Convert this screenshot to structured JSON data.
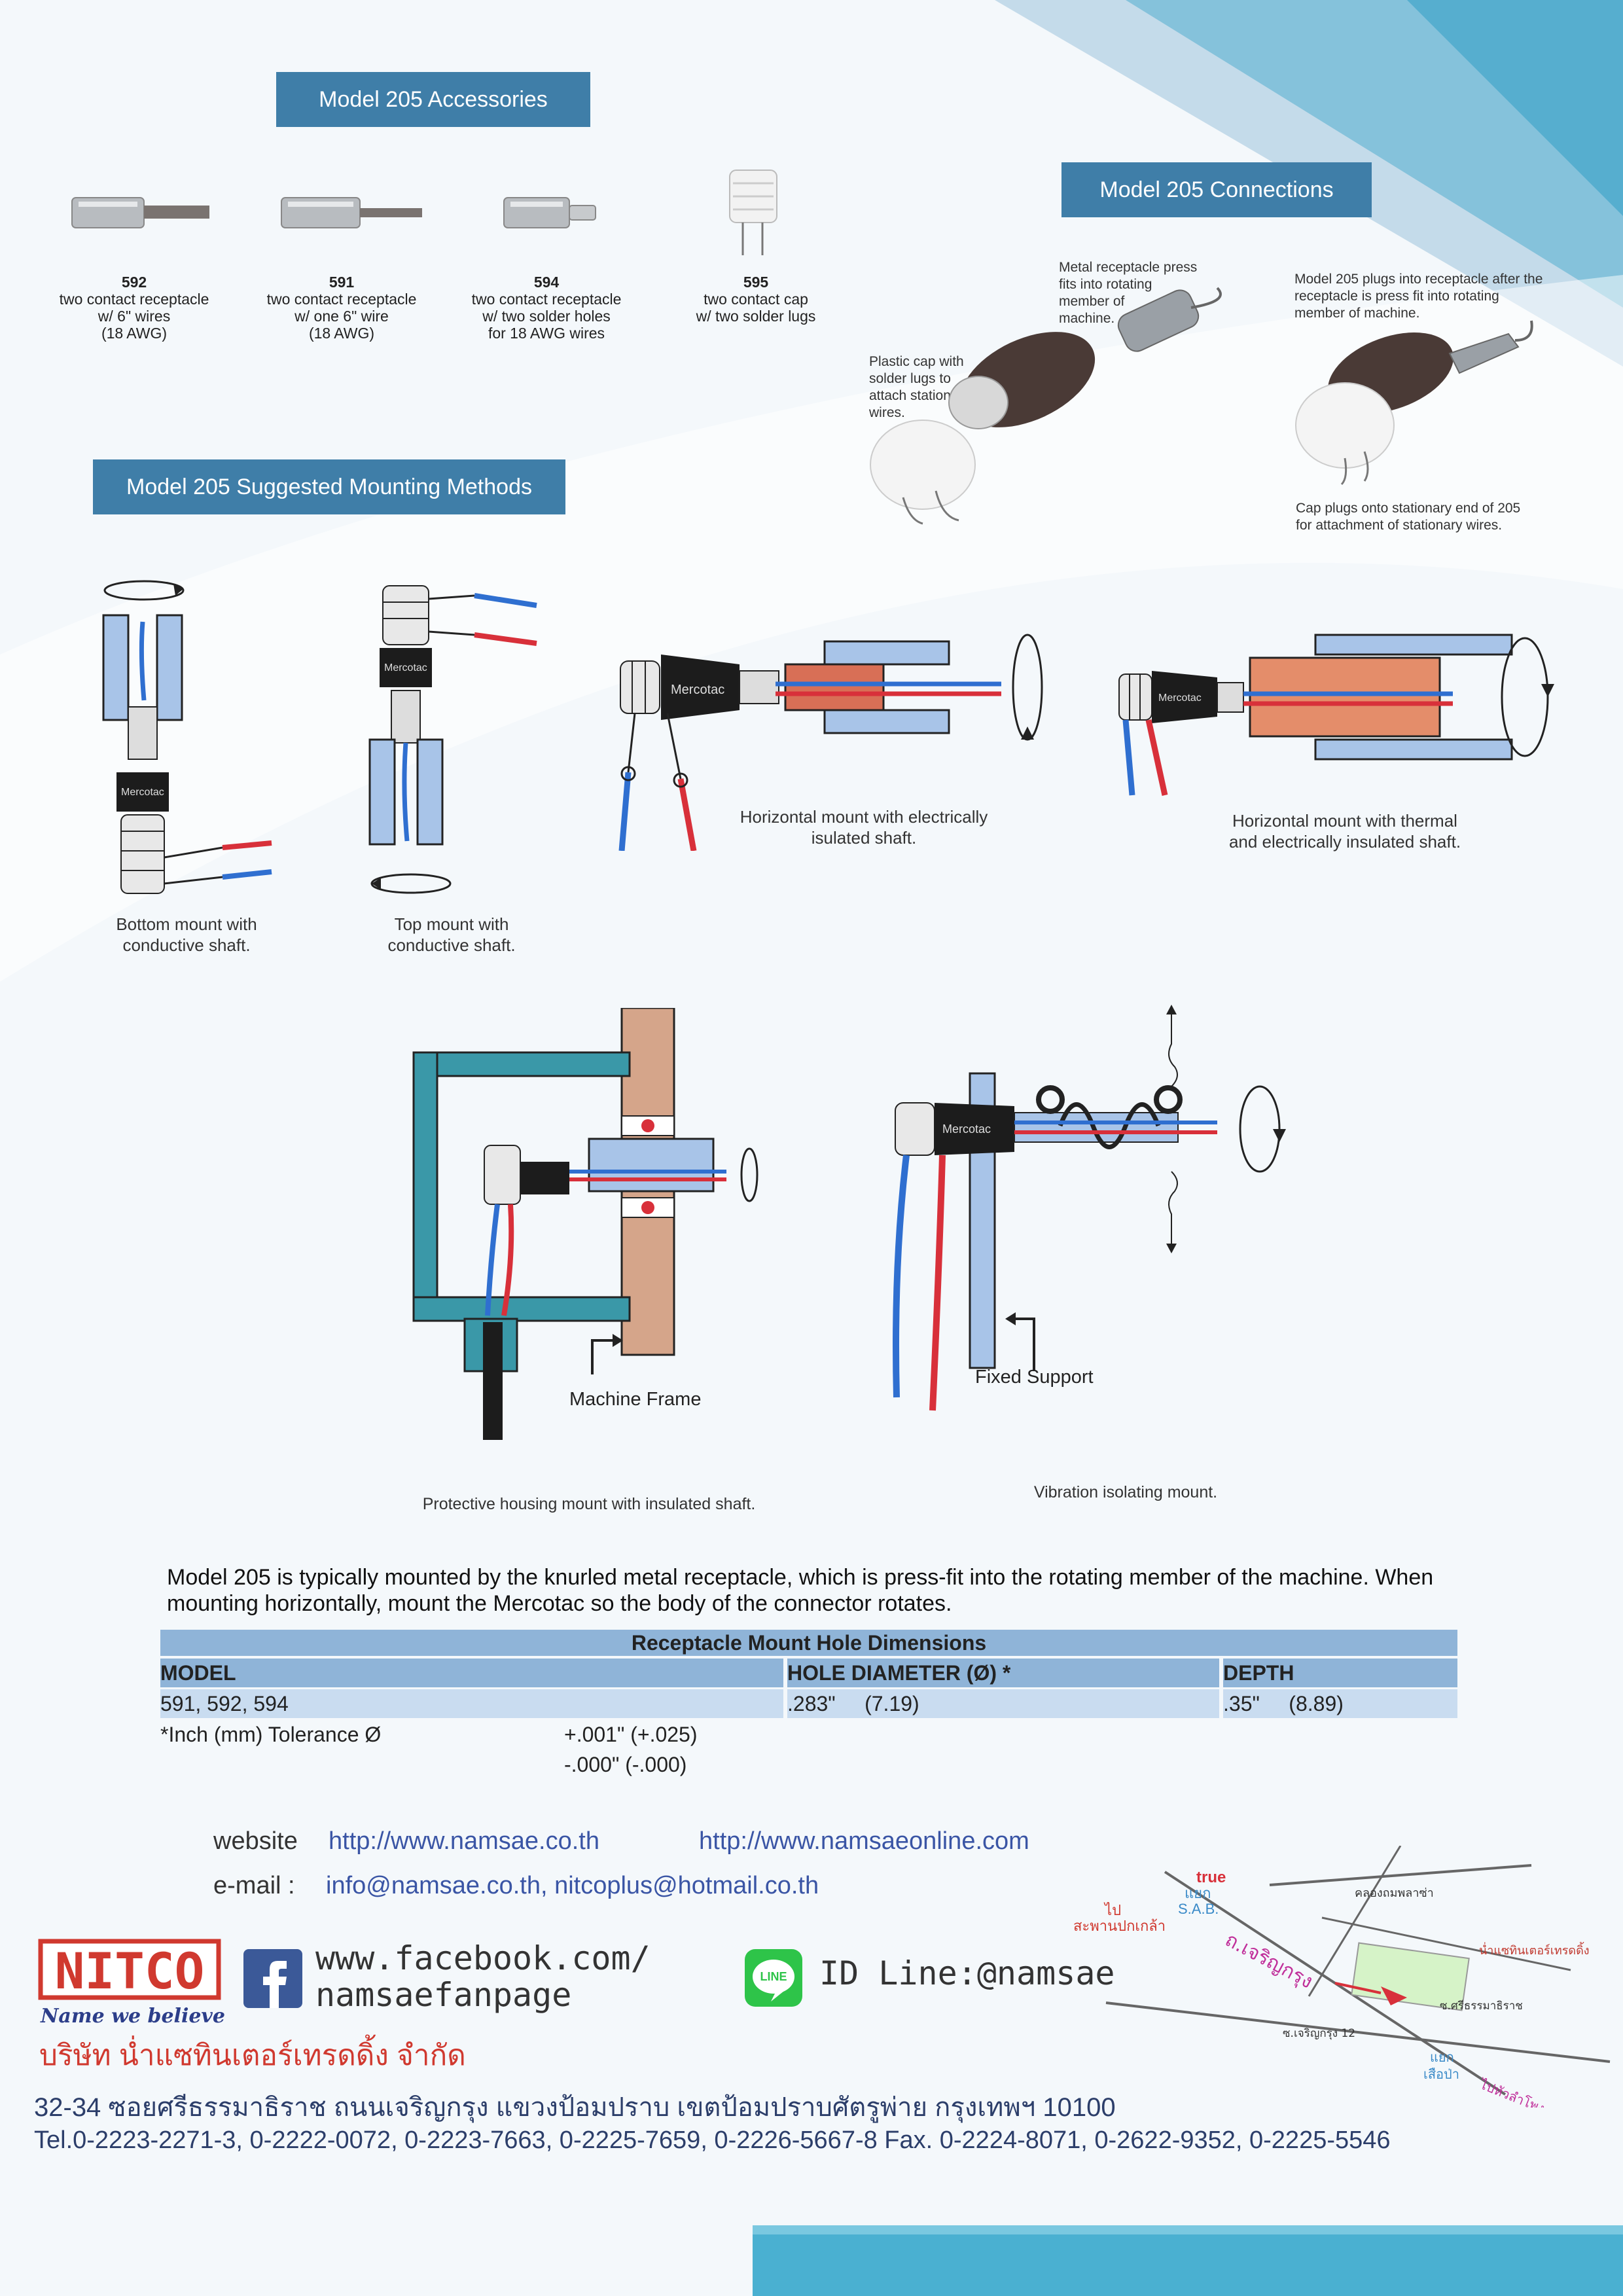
{
  "headings": {
    "accessories": "Model 205 Accessories",
    "connections": "Model 205 Connections",
    "mounting": "Model 205 Suggested Mounting Methods"
  },
  "accessories": [
    {
      "num": "592",
      "lines": [
        "two contact receptacle",
        "w/ 6\" wires",
        "(18 AWG)"
      ]
    },
    {
      "num": "591",
      "lines": [
        "two contact receptacle",
        "w/ one 6\" wire",
        "(18 AWG)"
      ]
    },
    {
      "num": "594",
      "lines": [
        "two contact receptacle",
        "w/ two solder holes",
        "for 18 AWG wires"
      ]
    },
    {
      "num": "595",
      "lines": [
        "two contact cap",
        "w/ two solder lugs",
        ""
      ]
    }
  ],
  "connection_notes": {
    "metal": [
      "Metal receptacle press",
      "fits into rotating",
      "member of",
      "machine."
    ],
    "plastic": [
      "Plastic cap with",
      "solder lugs to",
      "attach stationary",
      "wires."
    ],
    "plugs": [
      "Model 205 plugs into receptacle after the",
      "receptacle is press fit into rotating",
      "member of machine."
    ],
    "cap": [
      "Cap plugs onto stationary end of 205",
      "for attachment of stationary wires."
    ]
  },
  "mounts": {
    "bottom": [
      "Bottom mount with",
      "conductive shaft."
    ],
    "top": [
      "Top mount with",
      "conductive shaft."
    ],
    "horiz_elec": [
      "Horizontal mount with electrically",
      "isulated shaft."
    ],
    "horiz_therm": [
      "Horizontal mount with thermal",
      "and electrically insulated shaft."
    ],
    "protective": "Protective housing mount with insulated shaft.",
    "vibration": "Vibration isolating mount.",
    "machine_frame": "Machine Frame",
    "fixed_support": "Fixed Support"
  },
  "brand_text": "Mercotac",
  "paragraph": "Model 205 is typically mounted by the knurled metal receptacle, which is press-fit into the rotating member of the machine.  When mounting horizontally, mount the Mercotac so the body of the connector rotates.",
  "table": {
    "title": "Receptacle Mount Hole Dimensions",
    "headers": [
      "MODEL",
      "HOLE DIAMETER (Ø) *",
      "DEPTH"
    ],
    "row": [
      "591, 592, 594",
      ".283\"     (7.19)",
      ".35\"     (8.89)"
    ],
    "tolerance_label": "*Inch (mm) Tolerance Ø",
    "tolerance_values": [
      "+.001\" (+.025)",
      "-.000\" (-.000)"
    ]
  },
  "contact": {
    "website_label": "website",
    "website1": "http://www.namsae.co.th",
    "website2": "http://www.namsaeonline.com",
    "email_label": "e-mail  :",
    "email": "info@namsae.co.th, nitcoplus@hotmail.co.th",
    "facebook": [
      "www.facebook.com/",
      "namsaefanpage"
    ],
    "line": "ID Line:@namsae",
    "line_badge": "LINE",
    "logo_text": "NITCO",
    "logo_tagline": "Name we believe in",
    "company_thai": "บริษัท น่ำแซทินเตอร์เทรดดิ้ง จำกัด",
    "address": "32-34 ซอยศรีธรรมาธิราช ถนนเจริญกรุง แขวงป้อมปราบ เขตป้อมปราบศัตรูพ่าย กรุงเทพฯ 10100",
    "tel": "Tel.0-2223-2271-3, 0-2222-0072, 0-2223-7663, 0-2225-7659, 0-2226-5667-8 Fax. 0-2224-8071, 0-2622-9352, 0-2225-5546"
  },
  "map_labels": {
    "true": "true",
    "sab1": "แยก",
    "sab2": "S.A.B.",
    "bridge1": "ไป",
    "bridge2": "สะพานปกเกล้า",
    "road": "ถ.เจริญกรุง",
    "klong": "คลองถมพลาซ่า",
    "namsae": "น่ำแซทินเตอร์เทรดดิ้ง",
    "soi": "ซ.ศรีธรรมาธิราช",
    "soi12": "ซ.เจริญกรุง 12",
    "junction1": "แยก",
    "junction2": "เสือป่า",
    "hualamphong": "ไปหัวลำโพง"
  },
  "colors": {
    "heading": "#3f7ea8",
    "table_header": "#8fb4d8",
    "table_row": "#c9dcf0",
    "wire_red": "#d8303a",
    "wire_blue": "#2f6fd0",
    "link": "#3a55a5",
    "brand_red": "#d0392f"
  }
}
